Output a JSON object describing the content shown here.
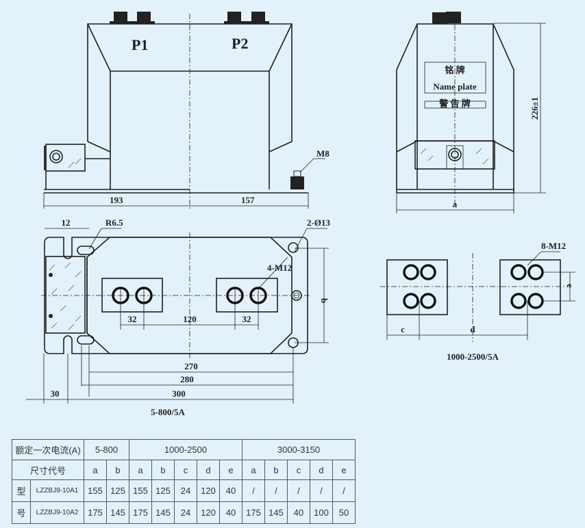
{
  "front_view": {
    "label_p1": "P1",
    "label_p2": "P2",
    "label_m8": "M8",
    "dim_left": "193",
    "dim_right": "157"
  },
  "side_view": {
    "nameplate_cn": "铭 牌",
    "nameplate_en": "Name plate",
    "warning_plate": "警 告 牌",
    "dim_height": "226±1",
    "dim_width": "a"
  },
  "plan_view": {
    "dim_12": "12",
    "dim_r": "R6.5",
    "dim_holes": "2-Ø13",
    "dim_m12": "4-M12",
    "dim_32a": "32",
    "dim_120": "120",
    "dim_32b": "32",
    "dim_b": "b",
    "dim_270": "270",
    "dim_280": "280",
    "dim_300": "300",
    "dim_30": "30",
    "caption": "5-800/5A"
  },
  "plan_view_large": {
    "dim_m12": "8-M12",
    "dim_c": "c",
    "dim_d": "d",
    "dim_e": "e",
    "caption": "1000-2500/5A"
  },
  "table": {
    "header_current": "额定一次电流(A)",
    "ranges": [
      "5-800",
      "1000-2500",
      "3000-3150"
    ],
    "header_code": "尺寸代号",
    "codes": [
      "a",
      "b",
      "a",
      "b",
      "c",
      "d",
      "e",
      "a",
      "b",
      "c",
      "d",
      "e"
    ],
    "model_label_1": "型",
    "model_label_2": "号",
    "rows": [
      {
        "model": "LZZBJ9-10A1",
        "values": [
          "155",
          "125",
          "155",
          "125",
          "24",
          "120",
          "40",
          "/",
          "/",
          "/",
          "/",
          "/"
        ]
      },
      {
        "model": "LZZBJ9-10A2",
        "values": [
          "175",
          "145",
          "175",
          "145",
          "24",
          "120",
          "40",
          "175",
          "145",
          "40",
          "100",
          "50"
        ]
      }
    ]
  }
}
